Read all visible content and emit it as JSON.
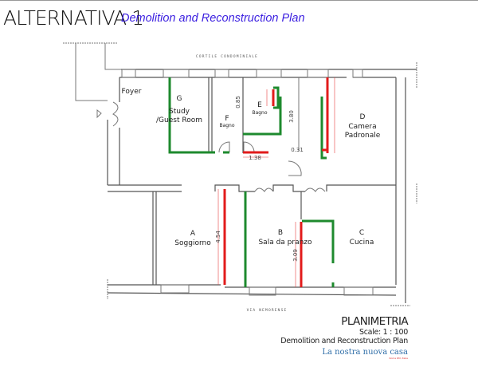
{
  "header": {
    "title": "ALTERNATIVA 1",
    "subtitle": "Demolition and Reconstruction Plan"
  },
  "plan": {
    "street_top": "CORTILE CONDOMINIALE",
    "street_bottom": "VIA NEMORENSE",
    "rooms": [
      {
        "letter": "",
        "name": "Foyer"
      },
      {
        "letter": "G",
        "name": "Study",
        "name2": "/Guest Room"
      },
      {
        "letter": "F",
        "name": "Bagno"
      },
      {
        "letter": "E",
        "name": "Bagno"
      },
      {
        "letter": "D",
        "name": "Camera",
        "name2": "Padronale"
      },
      {
        "letter": "A",
        "name": "Soggiorno"
      },
      {
        "letter": "B",
        "name": "Sala da pranzo"
      },
      {
        "letter": "C",
        "name": "Cucina"
      }
    ],
    "dimensions": [
      "0.85",
      "3.80",
      "0.31",
      "1.38",
      "4.54",
      "3.09"
    ],
    "colors": {
      "demolition": "#e21b1b",
      "construction": "#1e8a2e"
    }
  },
  "legend": {
    "heading": "PLANIMETRIA",
    "scale": "Scale: 1 : 100",
    "description": "Demolition and Reconstruction Plan",
    "brand": "La nostra nuova casa",
    "brand_tag": "Roma RM, Italia"
  }
}
